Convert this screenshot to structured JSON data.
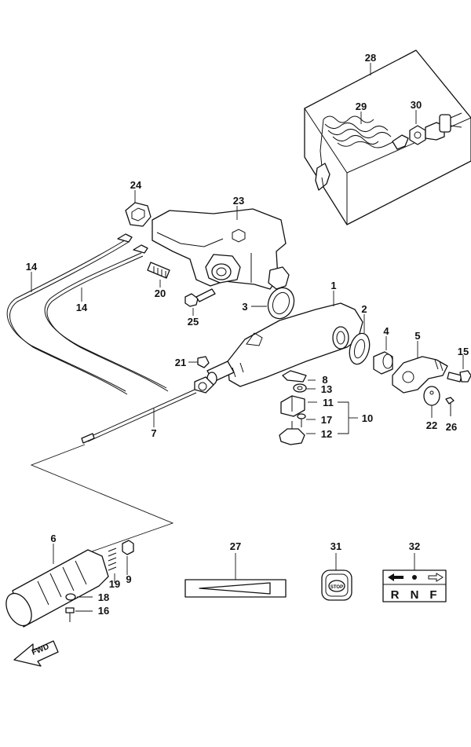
{
  "callouts": {
    "c1": "1",
    "c2": "2",
    "c3": "3",
    "c4": "4",
    "c5": "5",
    "c6": "6",
    "c7": "7",
    "c8": "8",
    "c9": "9",
    "c10": "10",
    "c11": "11",
    "c12": "12",
    "c13": "13",
    "c14a": "14",
    "c14b": "14",
    "c15": "15",
    "c16": "16",
    "c17": "17",
    "c18": "18",
    "c19": "19",
    "c20": "20",
    "c21": "21",
    "c22": "22",
    "c23": "23",
    "c24": "24",
    "c25": "25",
    "c26": "26",
    "c27": "27",
    "c28": "28",
    "c29": "29",
    "c30": "30",
    "c31": "31",
    "c32": "32"
  },
  "labels": {
    "stop": "STOP",
    "gear_r": "R",
    "gear_n": "N",
    "gear_f": "F",
    "fwd": "FWD"
  },
  "icons": [
    "fwd-arrow-icon",
    "left-arrow-icon",
    "right-arrow-icon",
    "neutral-dot-icon"
  ],
  "colors": {
    "line": "#111111",
    "background": "#ffffff"
  }
}
